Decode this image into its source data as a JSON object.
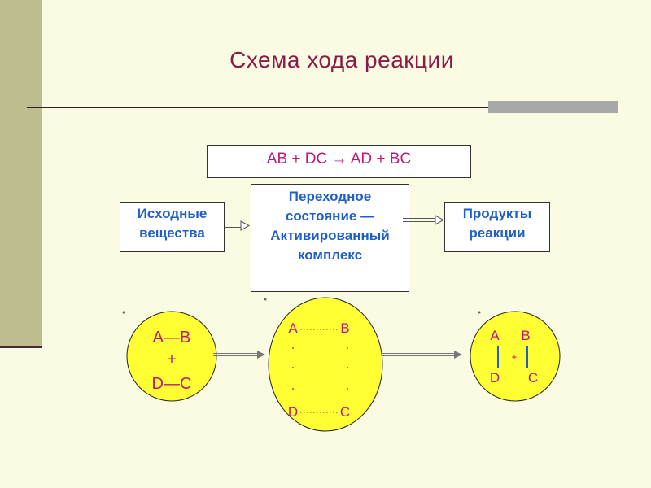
{
  "slide": {
    "title": "Схема хода реакции",
    "equation": "AB  +  DC → AD  +  BC",
    "boxes": {
      "reactants": [
        "Исходные",
        "вещества"
      ],
      "transition": [
        "Переходное",
        "состояние —",
        "Активированный",
        "комплекс"
      ],
      "products": [
        "Продукты",
        "реакции"
      ]
    },
    "molecules": {
      "reactants": {
        "top": "A—B",
        "plus": "+",
        "bottom": "D—C"
      },
      "complex": {
        "a": "A",
        "b": "B",
        "d": "D",
        "c": "C"
      },
      "products": {
        "a": "A",
        "b": "B",
        "plus": "+",
        "d": "D",
        "c": "C"
      }
    }
  },
  "colors": {
    "background": "#fbfbe3",
    "title": "#8b1a44",
    "box_text": "#1f5fc8",
    "formula": "#c0187a",
    "circle_fill": "#ffff33"
  }
}
